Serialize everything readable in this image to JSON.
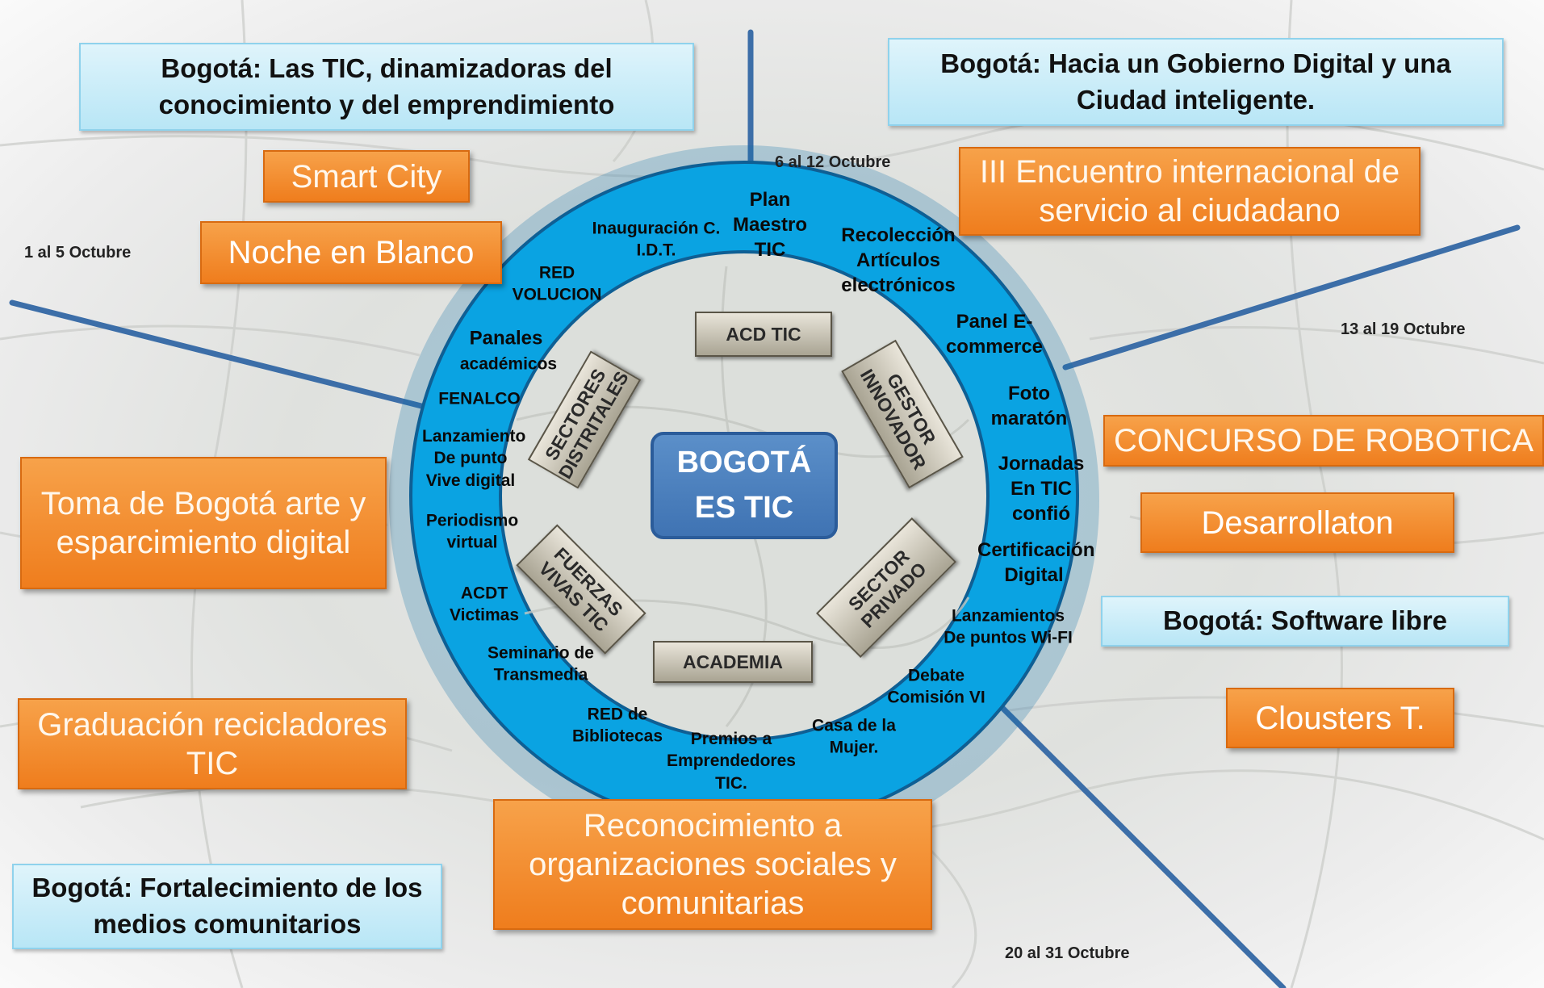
{
  "center": {
    "line1": "BOGOTÁ",
    "line2": "ES TIC"
  },
  "blue_boxes": {
    "top_left": "Bogotá: Las TIC, dinamizadoras del conocimiento y del emprendimiento",
    "top_right": "Bogotá: Hacia un Gobierno Digital y una Ciudad inteligente.",
    "right": "Bogotá: Software libre",
    "bottom_left": "Bogotá: Fortalecimiento de los medios comunitarios"
  },
  "orange_boxes": {
    "smart_city": "Smart City",
    "noche_blanco": "Noche en Blanco",
    "encuentro": "III Encuentro internacional de servicio al ciudadano",
    "robotica": "CONCURSO DE ROBOTICA",
    "desarrollaton": "Desarrollaton",
    "clousters": "Clousters T.",
    "toma_bogota": "Toma de Bogotá arte y esparcimiento digital",
    "graduacion": "Graduación recicladores TIC",
    "reconocimiento": "Reconocimiento a organizaciones sociales y comunitarias"
  },
  "dates": {
    "d1": "1 al  5 Octubre",
    "d2": "6 al  12 Octubre",
    "d3": "13 al 19 Octubre",
    "d4": "20 al 31 Octubre"
  },
  "plates": {
    "acd": "ACD TIC",
    "gestor": "GESTOR INNOVADOR",
    "privado": "SECTOR PRIVADO",
    "academia": "ACADEMIA",
    "fuerzas": "FUERZAS VIVAS TIC",
    "sectores": "SECTORES DISTRITALES"
  },
  "ring": {
    "plan": "Plan Maestro TIC",
    "inauguracion": "Inauguración C. I.D.T.",
    "recoleccion": "Recolección Artículos electrónicos",
    "redvolucion": "RED VOLUCION",
    "panel": "Panel E-commerce",
    "panales": "Panales",
    "academicos": "académicos",
    "fenalco": "FENALCO",
    "foto": "Foto maratón",
    "lanzamiento": "Lanzamiento De punto Vive digital",
    "jornadas": "Jornadas En TIC confió",
    "periodismo": "Periodismo virtual",
    "certificacion": "Certificación Digital",
    "acdt": "ACDT Victimas",
    "lanzamientos": "Lanzamientos De puntos Wi-FI",
    "seminario": "Seminario de Transmedia",
    "debate": "Debate Comisión VI",
    "bibliotecas": "RED de Bibliotecas",
    "casa": "Casa de la Mujer.",
    "premios": "Premios a Emprendedores TIC."
  },
  "colors": {
    "ring_blue": "#0aa3e2",
    "orange": "#f28c2e",
    "light_blue": "#c8ecf8",
    "center_blue": "#4a7fc0",
    "divider": "#3c6ea8"
  }
}
